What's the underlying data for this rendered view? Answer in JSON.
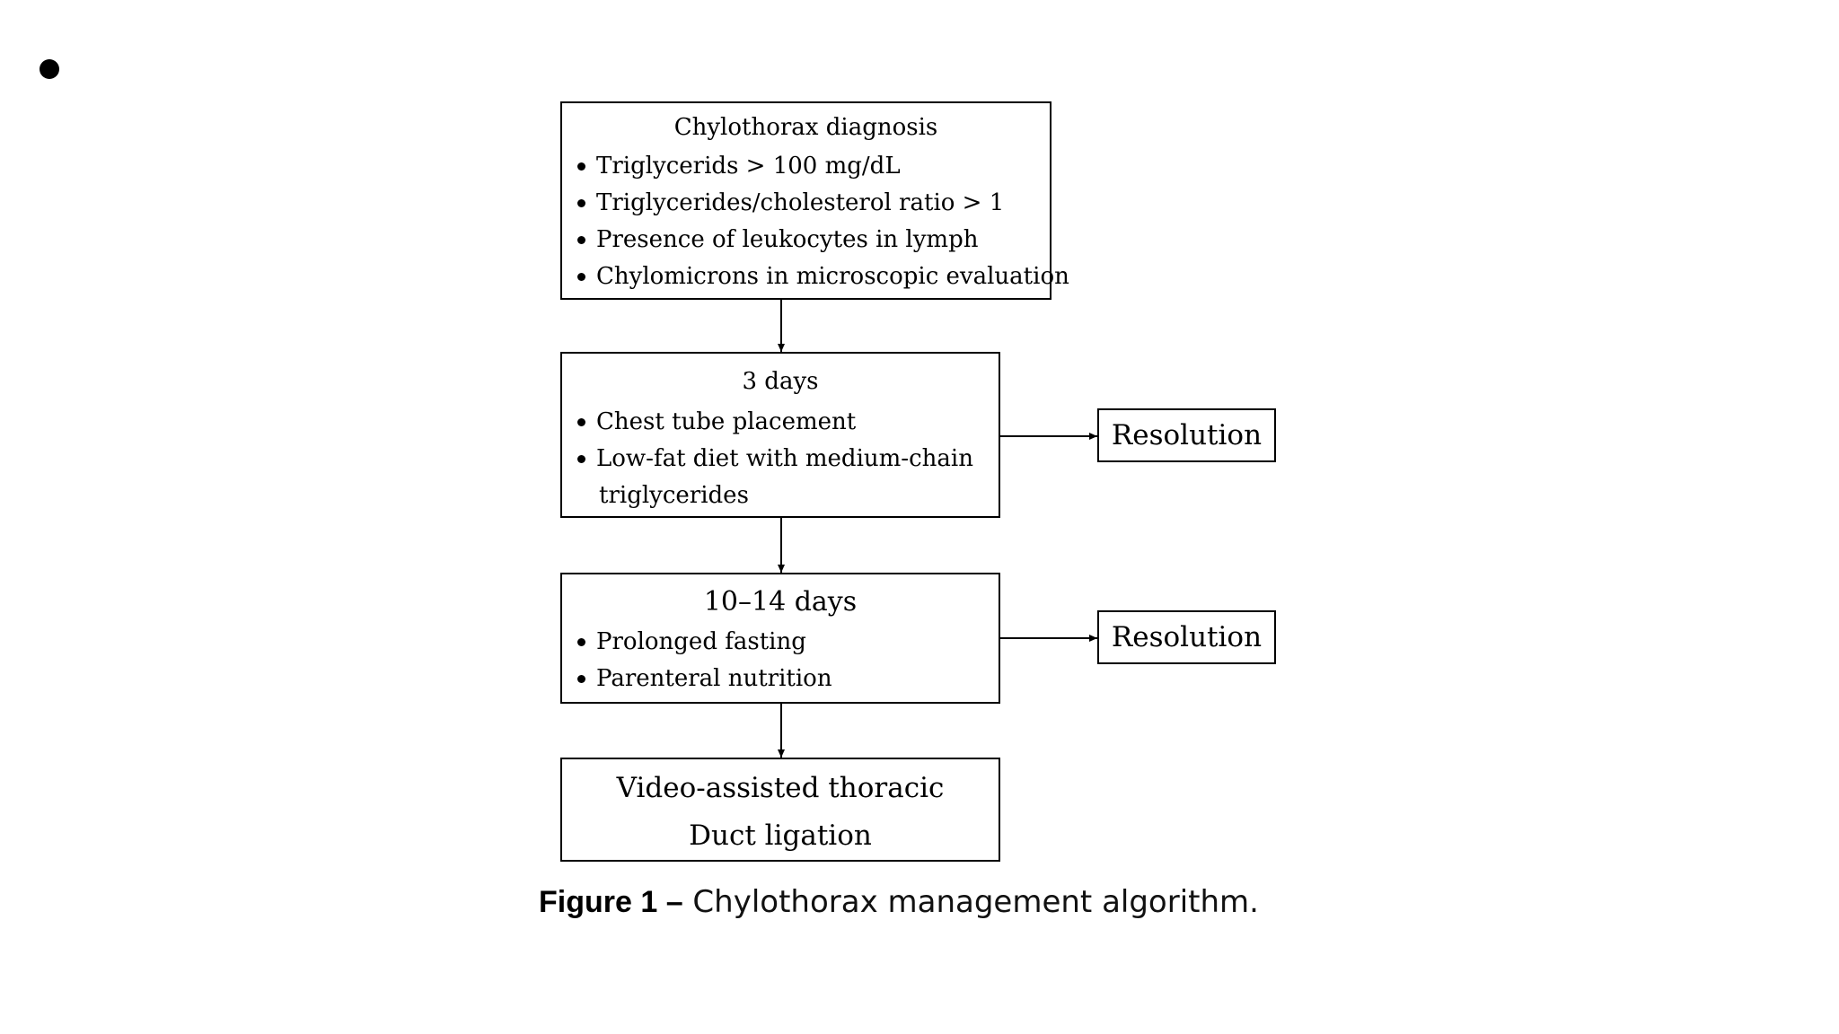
{
  "diagram": {
    "nodes": {
      "diagnosis": {
        "title": "Chylothorax diagnosis",
        "items": [
          "Triglycerids > 100 mg/dL",
          "Triglycerides/cholesterol ratio > 1",
          "Presence of leukocytes in lymph",
          "Chylomicrons in microscopic evaluation"
        ]
      },
      "stage_3_days": {
        "title": "3 days",
        "items": [
          "Chest tube placement",
          "Low-fat diet with medium-chain"
        ],
        "item_continuation": "triglycerides"
      },
      "stage_10_14_days": {
        "title": "10–14 days",
        "items": [
          "Prolonged fasting",
          "Parenteral nutrition"
        ]
      },
      "resolution_1": {
        "label": "Resolution"
      },
      "resolution_2": {
        "label": "Resolution"
      },
      "surgery": {
        "line1": "Video-assisted thoracic",
        "line2": "Duct ligation"
      }
    },
    "edges": [
      {
        "from": "diagnosis",
        "to": "stage_3_days"
      },
      {
        "from": "stage_3_days",
        "to": "resolution_1"
      },
      {
        "from": "stage_3_days",
        "to": "stage_10_14_days"
      },
      {
        "from": "stage_10_14_days",
        "to": "resolution_2"
      },
      {
        "from": "stage_10_14_days",
        "to": "surgery"
      }
    ]
  },
  "caption": {
    "label": "Figure 1 –",
    "text": "Chylothorax management algorithm."
  }
}
